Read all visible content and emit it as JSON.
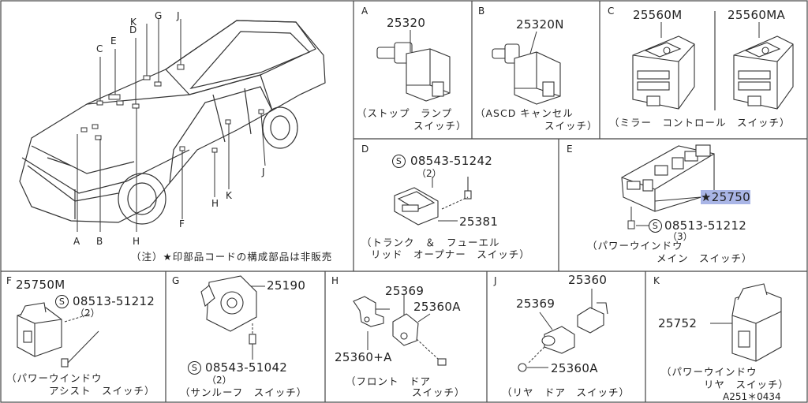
{
  "car_callouts": [
    "A",
    "B",
    "C",
    "D",
    "E",
    "F",
    "G",
    "H",
    "H",
    "J",
    "J",
    "K",
    "K"
  ],
  "note": "（注）★印部品コードの構成部品は非販売",
  "panels": {
    "A": {
      "letter": "A",
      "part": "25320",
      "label1": "（ストップ　ランプ",
      "label2": "スイッチ）"
    },
    "B": {
      "letter": "B",
      "part": "25320N",
      "label1": "（ASCD キャンセル",
      "label2": "スイッチ）"
    },
    "C": {
      "letter": "C",
      "part1": "25560M",
      "part2": "25560MA",
      "label": "（ミラー　コントロール　スイッチ）"
    },
    "D": {
      "letter": "D",
      "screw": "08543-51242",
      "qty": "（2）",
      "part": "25381",
      "label1": "（トランク　＆　フューエル",
      "label2": "リッド　オープナー　スイッチ）"
    },
    "E": {
      "letter": "E",
      "part": "★25750",
      "screw": "08513-51212",
      "qty": "（3）",
      "label1": "（パワーウインドウ",
      "label2": "メイン　スイッチ）"
    },
    "F": {
      "letter": "F",
      "part": "25750M",
      "screw": "08513-51212",
      "qty": "（2）",
      "label1": "（パワーウインドウ",
      "label2": "アシスト　スイッチ）"
    },
    "G": {
      "letter": "G",
      "part": "25190",
      "screw": "08543-51042",
      "qty": "（2）",
      "label": "（サンルーフ　スイッチ）"
    },
    "H": {
      "letter": "H",
      "part1": "25369",
      "part2": "25360A",
      "part3": "25360+A",
      "label1": "（フロント　ドア",
      "label2": "スイッチ）"
    },
    "J": {
      "letter": "J",
      "part1": "25360",
      "part2": "25369",
      "part3": "25360A",
      "label": "（リヤ　ドア　スイッチ）"
    },
    "K": {
      "letter": "K",
      "part": "25752",
      "label1": "（パワーウインドウ",
      "label2": "リヤ　スイッチ）"
    }
  },
  "screw_symbol": "S",
  "diagram_code": "A251＊0434"
}
